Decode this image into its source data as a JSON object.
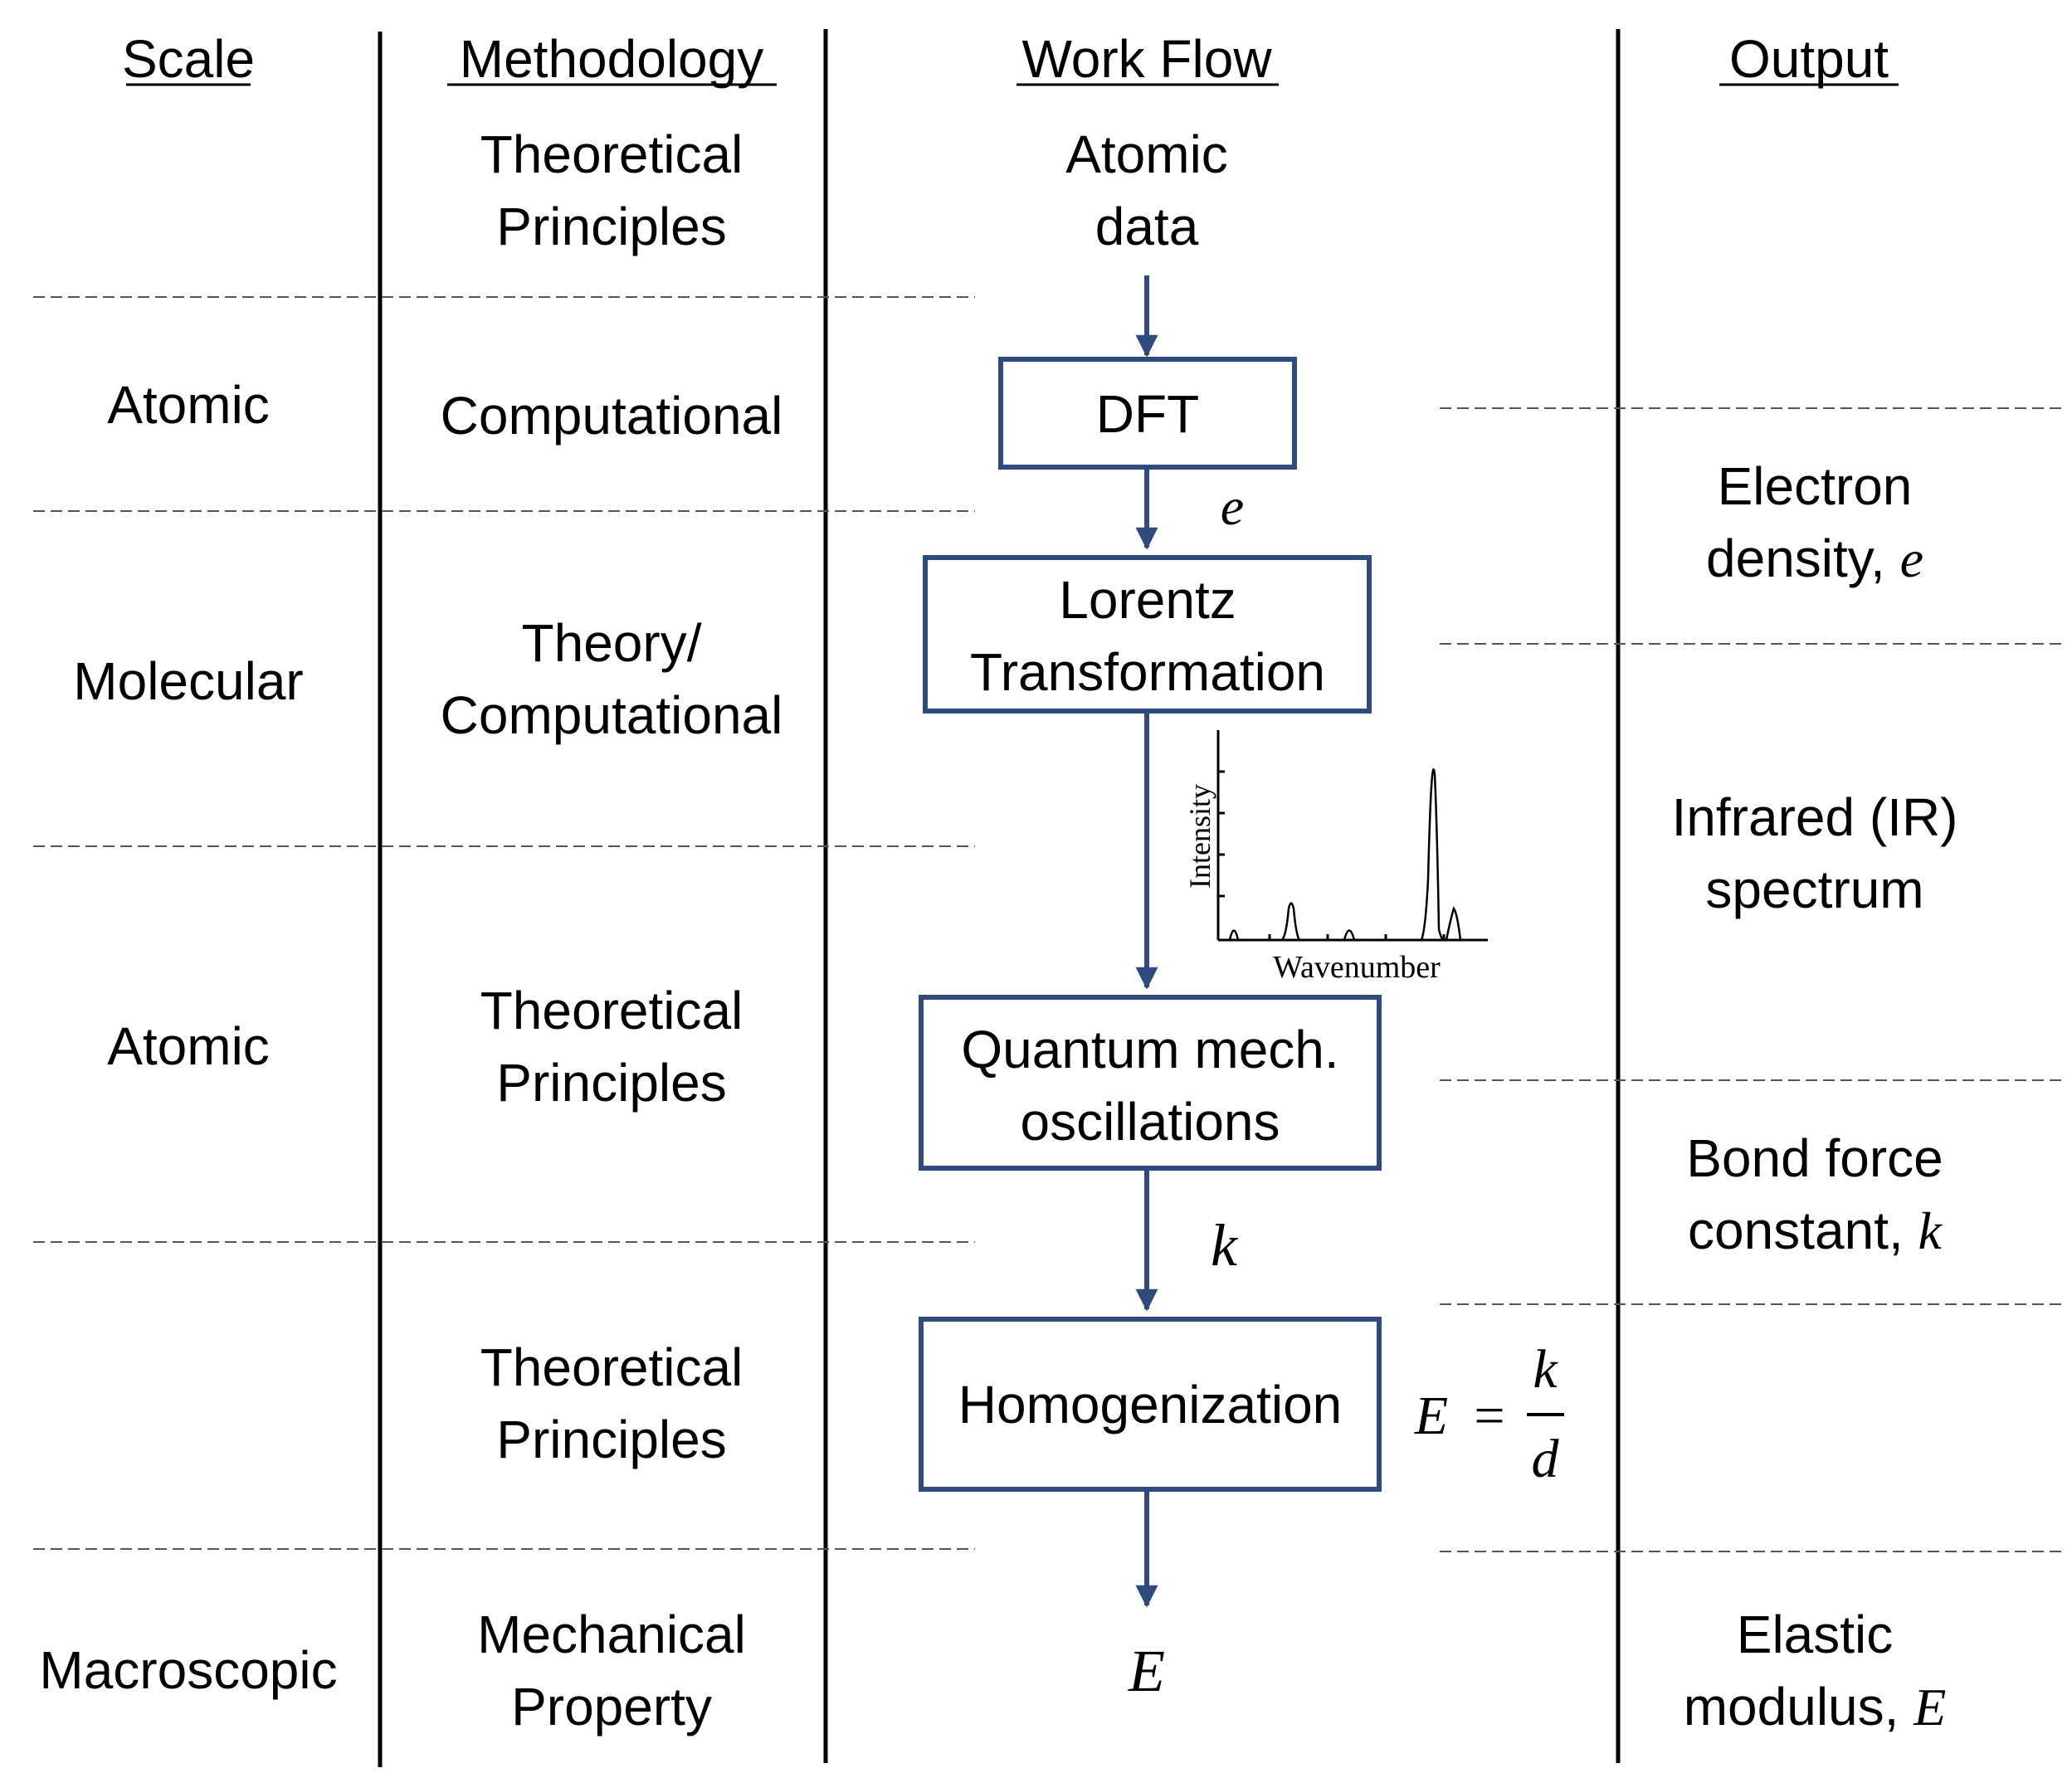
{
  "headers": {
    "scale": "Scale",
    "methodology": "Methodology",
    "workflow": "Work Flow",
    "output": "Output"
  },
  "scale": {
    "atomic_1": "Atomic",
    "molecular": "Molecular",
    "atomic_2": "Atomic",
    "macroscopic": "Macroscopic"
  },
  "methodology": {
    "m1": [
      "Theoretical",
      "Principles"
    ],
    "m2": [
      "Computational"
    ],
    "m3": [
      "Theory/",
      "Computational"
    ],
    "m4": [
      "Theoretical",
      "Principles"
    ],
    "m5": [
      "Theoretical",
      "Principles"
    ],
    "m6": [
      "Mechanical",
      "Property"
    ]
  },
  "workflow": {
    "start": [
      "Atomic",
      "data"
    ],
    "box_dft": [
      "DFT"
    ],
    "sym_e": "e",
    "box_lorentz": [
      "Lorentz",
      "Transformation"
    ],
    "box_quantum": [
      "Quantum mech.",
      "oscillations"
    ],
    "sym_k": "k",
    "box_homog": [
      "Homogenization"
    ],
    "final_E": "E",
    "equation": {
      "lhs": "E",
      "eq": "=",
      "num": "k",
      "den": "d"
    }
  },
  "spectrum": {
    "ylabel": "Intensity",
    "xlabel": "Wavenumber"
  },
  "output": {
    "o1": {
      "text": [
        "Electron",
        "density, "
      ],
      "symbol": "e"
    },
    "o2": {
      "text": [
        "Infrared (IR)",
        "spectrum"
      ]
    },
    "o3": {
      "text": [
        "Bond force",
        "constant, "
      ],
      "symbol": "k"
    },
    "o4": {
      "text": [
        "Elastic",
        "modulus, "
      ],
      "symbol": "E"
    }
  },
  "colors": {
    "box_stroke": "#2f4a7c",
    "arrow": "#2f4a7c",
    "divider": "#000000",
    "dashed": "#555555"
  }
}
